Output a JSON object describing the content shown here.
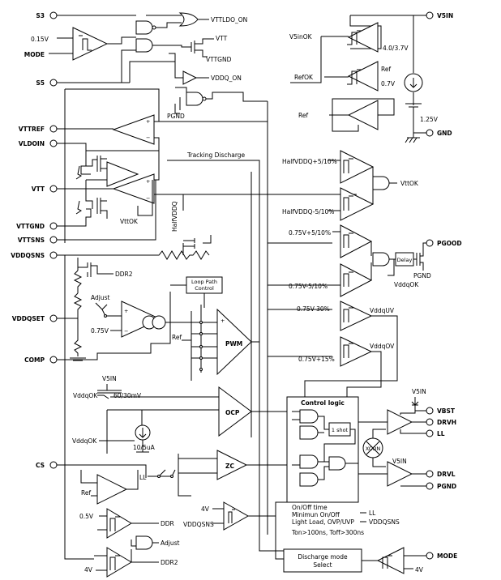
{
  "pins_left": {
    "s3": "S3",
    "mode": "MODE",
    "s5": "S5",
    "vttref": "VTTREF",
    "vldoin": "VLDOIN",
    "vtt": "VTT",
    "vttgnd": "VTTGND",
    "vttsns": "VTTSNS",
    "vddqsns": "VDDQSNS",
    "vddqset": "VDDQSET",
    "comp": "COMP",
    "cs": "CS"
  },
  "pins_right": {
    "v5in": "V5IN",
    "gnd": "GND",
    "pgood": "PGOOD",
    "vbst": "VBST",
    "drvh": "DRVH",
    "ll": "LL",
    "drvl": "DRVL",
    "pgnd": "PGND",
    "mode": "MODE"
  },
  "labels": {
    "v015": "0.15V",
    "vttldo_on": "VTTLDO_ON",
    "vtt_sw": "VTT",
    "vttgnd_sw": "VTTGND",
    "vddq_on": "VDDQ_ON",
    "pgnd_top": "PGND",
    "v5inok": "V5inOK",
    "th_4037": "4.0/3.7V",
    "refok": "RefOK",
    "ref": "Ref",
    "v07": "0.7V",
    "ref2": "Ref",
    "v125": "1.25V",
    "tracking": "Tracking Discharge",
    "vttok_small": "VttOK",
    "halfvddq": "HalfVDDQ",
    "hv_plus": "HalfVDDQ+5/10%",
    "hv_minus": "HalfVDDQ-5/10%",
    "vttok": "VttOK",
    "ddr2": "DDR2",
    "p075_plus": "0.75V+5/10%",
    "p075_minus": "0.75V-5/10%",
    "delay": "Delay",
    "pgnd_r": "PGND",
    "vddqok": "VddqOK",
    "adjust": "Adjust",
    "v075": "0.75V",
    "loop1": "Loop Path",
    "loop2": "Control",
    "pwm": "PWM",
    "ref_pwm": "Ref",
    "uv_th": "0.75V-30%",
    "vddquv": "VddqUV",
    "ov_th": "0.75V+15%",
    "vddqov": "VddqOV",
    "v5in_mid": "V5IN",
    "vddqok_ocp": "VddqOK",
    "v6030": "60/30mV",
    "ocp": "OCP",
    "vddqok2": "VddqOK",
    "i105": "10/5uA",
    "ll_mid": "LL",
    "zc": "ZC",
    "ref_cs": "Ref",
    "control_logic": "Control logic",
    "one_shot": "1 shot",
    "xcon": "XCON",
    "v5in_r": "V5IN",
    "v5in_r2": "V5IN",
    "t1": "On/Off time",
    "t2": "Minimun On/Off",
    "t3": "Light Load, OVP/UVP",
    "t4": "Ton>100ns, Toff>300ns",
    "ll_r": "LL",
    "vddqsns_r": "VDDQSNS",
    "v4_mid": "4V",
    "vddqsns_mid": "VDDQSNS",
    "v05": "0.5V",
    "ddr": "DDR",
    "adjust_b": "Adjust",
    "v4_b": "4V",
    "ddr2_b": "DDR2",
    "dm1": "Discharge mode",
    "dm2": "Select",
    "v4_r": "4V"
  }
}
